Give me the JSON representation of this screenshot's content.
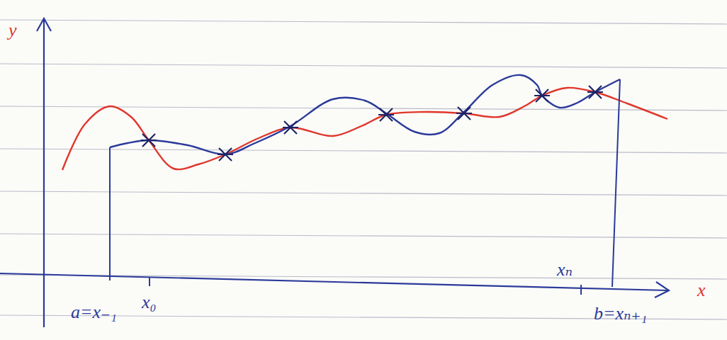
{
  "diagram": {
    "labels": [
      "y",
      "x",
      "a=x₋₁",
      "x₀",
      "xₙ",
      "b=xₙ₊₁"
    ]
  }
}
